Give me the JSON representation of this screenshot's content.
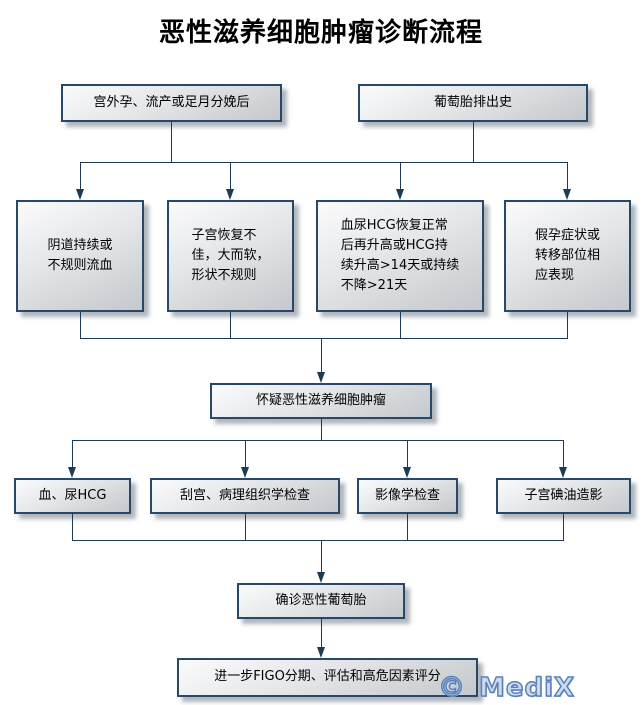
{
  "title": "恶性滋养细胞肿瘤诊断流程",
  "colors": {
    "line": "#1d3a57",
    "border": "#28486a",
    "box_fill_light": "#fbfbfc",
    "box_fill_dark": "#c5c8cc",
    "watermark_fill": "#ccdaee",
    "watermark_stroke": "#5b82b8"
  },
  "nodes": {
    "r1a": {
      "label": "宫外孕、流产或足月分娩后"
    },
    "r1b": {
      "label": "葡萄胎排出史"
    },
    "r2a": {
      "label": "阴道持续或\n不规则流血"
    },
    "r2b": {
      "label": "子宫恢复不\n佳，大而软，\n形状不规则"
    },
    "r2c": {
      "label": "血尿HCG恢复正常\n后再升高或HCG持\n续升高>14天或持续\n不降>21天"
    },
    "r2d": {
      "label": "假孕症状或\n转移部位相\n应表现"
    },
    "mid": {
      "label": "怀疑恶性滋养细胞肿瘤"
    },
    "r4a": {
      "label": "血、尿HCG"
    },
    "r4b": {
      "label": "刮宫、病理组织学检查"
    },
    "r4c": {
      "label": "影像学检查"
    },
    "r4d": {
      "label": "子宫碘油造影"
    },
    "confirm": {
      "label": "确诊恶性葡萄胎"
    },
    "final": {
      "label": "进一步FIGO分期、评估和高危因素评分"
    }
  },
  "edges": [
    [
      "r1a",
      "r2a"
    ],
    [
      "r1a",
      "r2b"
    ],
    [
      "r1a",
      "r2c"
    ],
    [
      "r1a",
      "r2d"
    ],
    [
      "r1b",
      "r2a"
    ],
    [
      "r1b",
      "r2b"
    ],
    [
      "r1b",
      "r2c"
    ],
    [
      "r1b",
      "r2d"
    ],
    [
      "r2a",
      "mid"
    ],
    [
      "r2b",
      "mid"
    ],
    [
      "r2c",
      "mid"
    ],
    [
      "r2d",
      "mid"
    ],
    [
      "mid",
      "r4a"
    ],
    [
      "mid",
      "r4b"
    ],
    [
      "mid",
      "r4c"
    ],
    [
      "mid",
      "r4d"
    ],
    [
      "r4a",
      "confirm"
    ],
    [
      "r4b",
      "confirm"
    ],
    [
      "r4c",
      "confirm"
    ],
    [
      "r4d",
      "confirm"
    ],
    [
      "confirm",
      "final"
    ]
  ],
  "watermark": {
    "copyright": "©",
    "brand": "MediX"
  }
}
